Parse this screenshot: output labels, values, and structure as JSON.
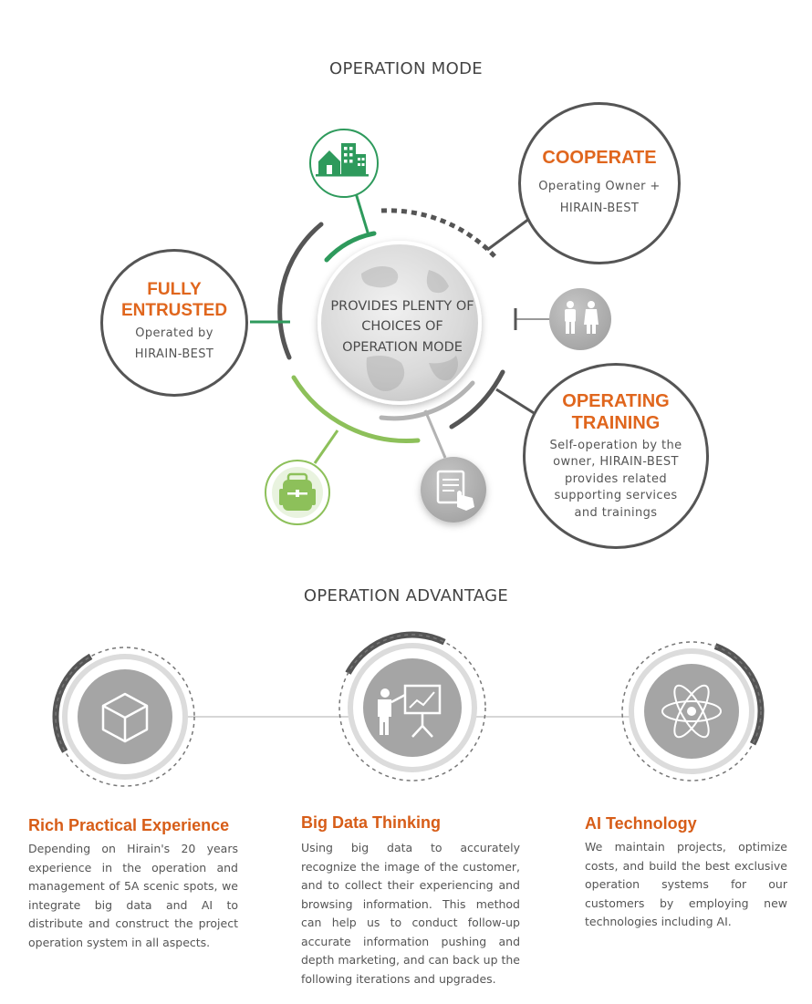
{
  "operation_mode": {
    "title": "OPERATION MODE",
    "center": "PROVIDES PLENTY OF CHOICES OF OPERATION MODE",
    "cooperate": {
      "heading": "COOPERATE",
      "description": "Operating Owner + HIRAIN-BEST"
    },
    "fully_entrusted": {
      "heading": "FULLY ENTRUSTED",
      "description": "Operated by HIRAIN-BEST"
    },
    "operating_training": {
      "heading": "OPERATING TRAINING",
      "description": "Self-operation by the owner, HIRAIN-BEST provides related supporting services and trainings"
    },
    "icons": [
      "buildings-icon",
      "people-icon",
      "backpack-icon",
      "touch-document-icon"
    ],
    "colors": {
      "accent": "#e0661d",
      "green": "#2e9a5c",
      "lime": "#8dc05a",
      "dark": "#555555",
      "gray": "#a7a7a7"
    }
  },
  "operation_advantage": {
    "title": "OPERATION ADVANTAGE",
    "items": [
      {
        "title": "Rich Practical Experience",
        "text": "Depending on Hirain's 20 years experience in the operation and management of 5A scenic spots, we integrate big data and AI to distribute and construct the project operation system in all aspects.",
        "icon": "cube-icon"
      },
      {
        "title": "Big Data Thinking",
        "text": "Using big data to accurately recognize the image of the customer, and to collect their experiencing and browsing information. This method can help us to conduct follow-up accurate information pushing and depth marketing, and can back up the following iterations and upgrades.",
        "icon": "presentation-icon"
      },
      {
        "title": "AI Technology",
        "text": "We maintain projects, optimize costs, and build the best exclusive operation systems for our customers by employing new technologies including AI.",
        "icon": "atom-icon"
      }
    ]
  }
}
